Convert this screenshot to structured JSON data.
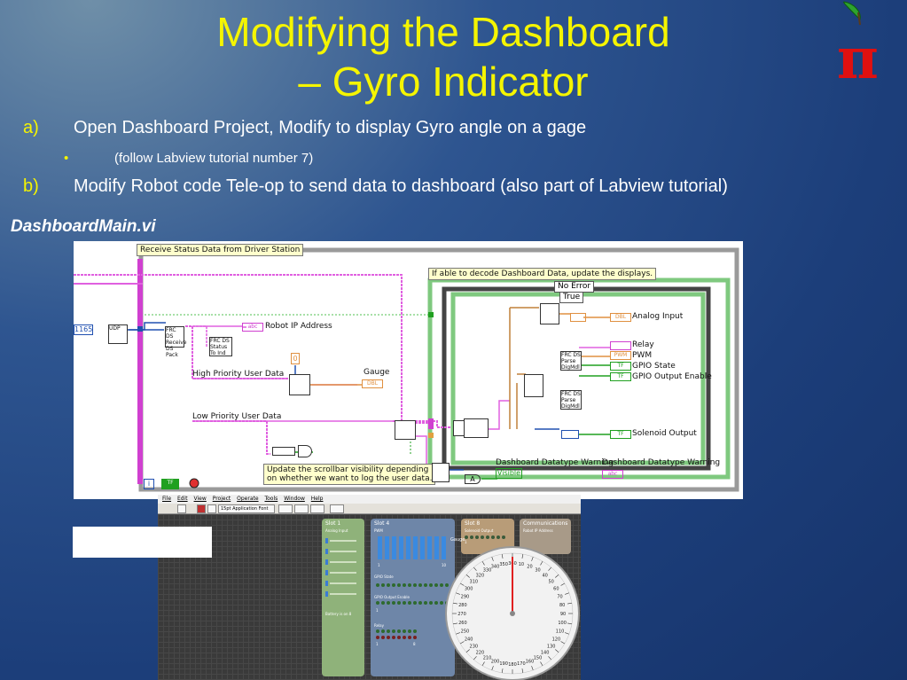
{
  "slide": {
    "title_line1": "Modifying the Dashboard",
    "title_line2": "– Gyro Indicator",
    "bullets": [
      {
        "label": "a)",
        "text": "Open Dashboard Project, Modify to display Gyro angle on a gage"
      },
      {
        "label": "b)",
        "text": "Modify Robot code Tele-op to send data to dashboard (also part of Labview tutorial)"
      }
    ],
    "sub_bullet": {
      "marker": "•",
      "text": "(follow Labview tutorial number 7)"
    },
    "vi_name": "DashboardMain.vi",
    "logo_symbol": "π"
  },
  "block_diagram": {
    "note_receive": "Receive Status Data from Driver Station",
    "note_decode": "If able to decode Dashboard Data, update the displays.",
    "note_scroll_1": "Update the scrollbar visibility depending",
    "note_scroll_2": "on whether we want to log the user data.",
    "const_1165": "1165",
    "const_0": "0",
    "case_no_error": "No Error",
    "case_true": "True",
    "labels": {
      "robot_ip": "Robot IP Address",
      "high_priority": "High Priority User Data",
      "gauge": "Gauge",
      "low_priority": "Low Priority User Data",
      "analog_input": "Analog Input",
      "relay": "Relay",
      "pwm": "PWM",
      "gpio_state": "GPIO State",
      "gpio_output_enable": "GPIO Output Enable",
      "solenoid_output": "Solenoid Output",
      "dash_warning_1": "Dashboard Datatype Warning",
      "dash_warning_2": "Dashboard Datatype Warning",
      "visible": "Visible"
    },
    "node_texts": {
      "frc_ds_1": "FRC DS",
      "receive_ds": "Receive DS Pack",
      "frc_ds_2": "FRC DS",
      "status_to_ind": "Status To Ind",
      "frc_ds_3": "FRC DS",
      "parse_dig_1": "Parse DigMdl",
      "frc_ds_4": "FRC DS",
      "parse_dig_2": "Parse DigMdl",
      "udp": "UDP",
      "abc": "abc",
      "dbl": "DBL",
      "tf": "TF",
      "pwm_tag": "PWM",
      "i_const": "i",
      "a_const": "A"
    }
  },
  "dashboard": {
    "menu": [
      "File",
      "Edit",
      "View",
      "Project",
      "Operate",
      "Tools",
      "Window",
      "Help"
    ],
    "font_selector": "15pt Application Font",
    "slots": [
      {
        "title": "Slot 1",
        "sub": "Analog Input",
        "footer": "Battery is on 8"
      },
      {
        "title": "Slot 4",
        "sub": "PWM",
        "gpio_state": "GPIO State",
        "gpio_enable": "GPIO Output Enable",
        "relay": "Relay",
        "scale_min": "1",
        "scale_max": "10",
        "gpio_min": "1",
        "gpio_max": "14",
        "relay_min": "1",
        "relay_max": "8"
      },
      {
        "title": "Slot 8",
        "sub": "Solenoid Output",
        "first": "1"
      },
      {
        "title": "Communications",
        "sub": "Robot IP Address"
      }
    ],
    "gauge_label": "Gauge",
    "gauge_ticks_left": [
      "350",
      "340",
      "330",
      "320",
      "310",
      "300",
      "290",
      "280",
      "270",
      "260",
      "250",
      "240",
      "230",
      "220",
      "210",
      "200",
      "190"
    ],
    "gauge_ticks_right": [
      "360",
      "10",
      "20",
      "30",
      "40",
      "50",
      "60",
      "70",
      "80",
      "90",
      "100",
      "110",
      "120",
      "130",
      "140",
      "150",
      "160",
      "170",
      "180"
    ]
  }
}
